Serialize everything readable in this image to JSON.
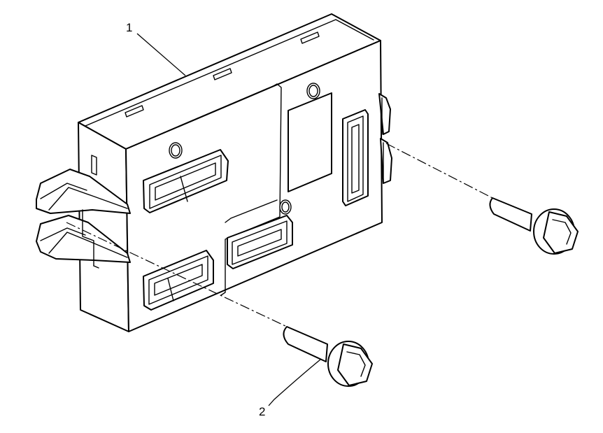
{
  "diagram": {
    "callouts": [
      {
        "id": "1",
        "label": "1",
        "part": "control-module"
      },
      {
        "id": "2",
        "label": "2",
        "part": "mounting-bolt"
      }
    ],
    "colors": {
      "line": "#000000",
      "background": "#ffffff"
    }
  }
}
